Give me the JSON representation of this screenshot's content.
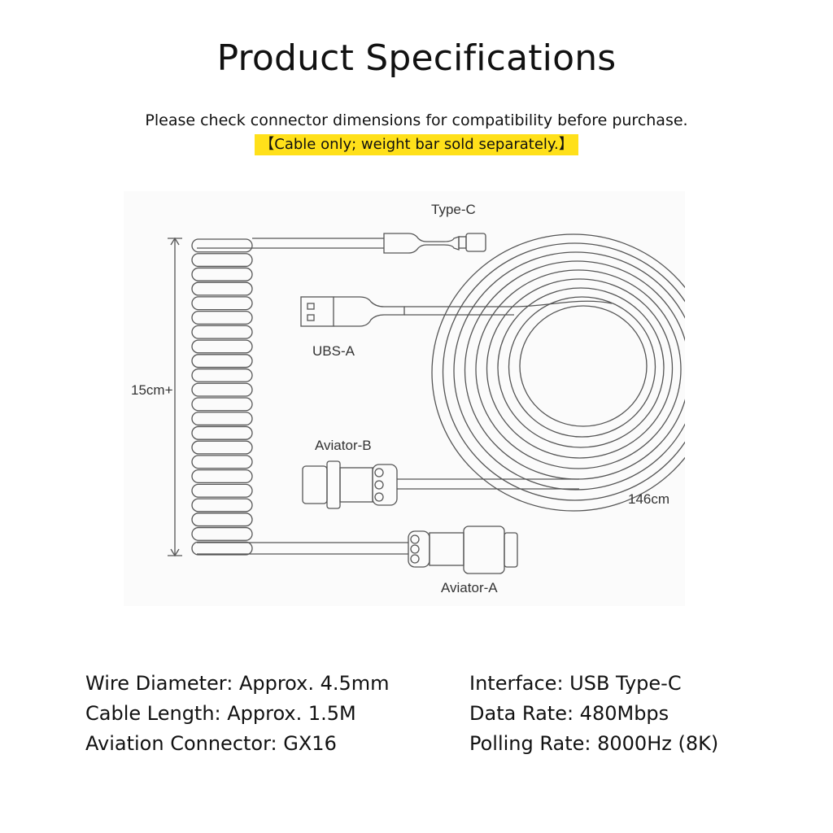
{
  "header": {
    "title": "Product Specifications",
    "subtitle": "Please check connector dimensions for compatibility before purchase.",
    "notice": "【Cable only; weight bar sold separately.】"
  },
  "diagram": {
    "labels": {
      "type_c": "Type-C",
      "usb_a": "UBS-A",
      "aviator_b": "Aviator-B",
      "aviator_a": "Aviator-A",
      "coil_length": "15cm+",
      "cable_length": "146cm"
    }
  },
  "specs": {
    "left": [
      "Wire Diameter: Approx. 4.5mm",
      "Cable Length: Approx. 1.5M",
      "Aviation Connector: GX16"
    ],
    "right": [
      "Interface: USB Type-C",
      "Data Rate: 480Mbps",
      "Polling Rate: 8000Hz (8K)"
    ]
  },
  "colors": {
    "notice_highlight": "#ffe01a",
    "diagram_line": "#555555"
  }
}
